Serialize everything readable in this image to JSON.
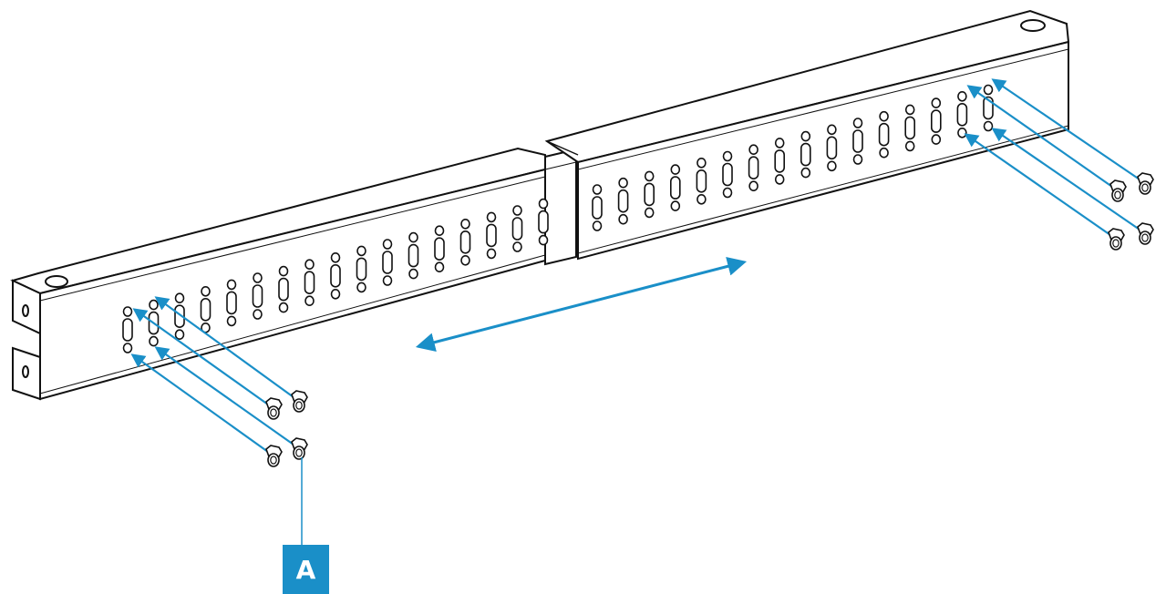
{
  "diagram": {
    "callout_label": "A",
    "colors": {
      "line": "#111111",
      "accent": "#1a8fc8",
      "background": "#ffffff"
    },
    "icons": [
      "slot-hole",
      "round-hole",
      "hex-bolt",
      "insertion-arrow",
      "adjust-double-arrow"
    ]
  }
}
